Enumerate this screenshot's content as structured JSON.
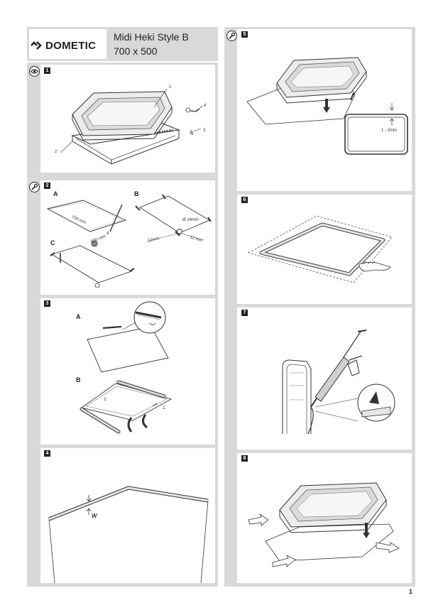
{
  "brand": "DOMETIC",
  "title": {
    "line1": "Midi Heki Style B",
    "line2": "700 x 500"
  },
  "steps": {
    "s1": "1",
    "s2": "2",
    "s3": "3",
    "s4": "4",
    "s5": "5",
    "s6": "6",
    "s7": "7",
    "s8": "8"
  },
  "step1_callouts": [
    "1",
    "2",
    "3",
    "4"
  ],
  "step2": {
    "label_a": "A",
    "label_b": "B",
    "label_c": "C",
    "dim_700": "700 mm",
    "dim_500": "500 mm",
    "dim_12_left": "12mm",
    "dim_12_right": "12 mm",
    "drill": "Ø 24mm"
  },
  "step3": {
    "label_a": "A",
    "label_b": "B",
    "order_1": "1.",
    "order_2": "2."
  },
  "step4": {
    "w_label": "W"
  },
  "step5": {
    "gap": "1 - 2mm"
  },
  "page_number": "1",
  "icons": [
    "eye-icon",
    "wrench-icon"
  ]
}
